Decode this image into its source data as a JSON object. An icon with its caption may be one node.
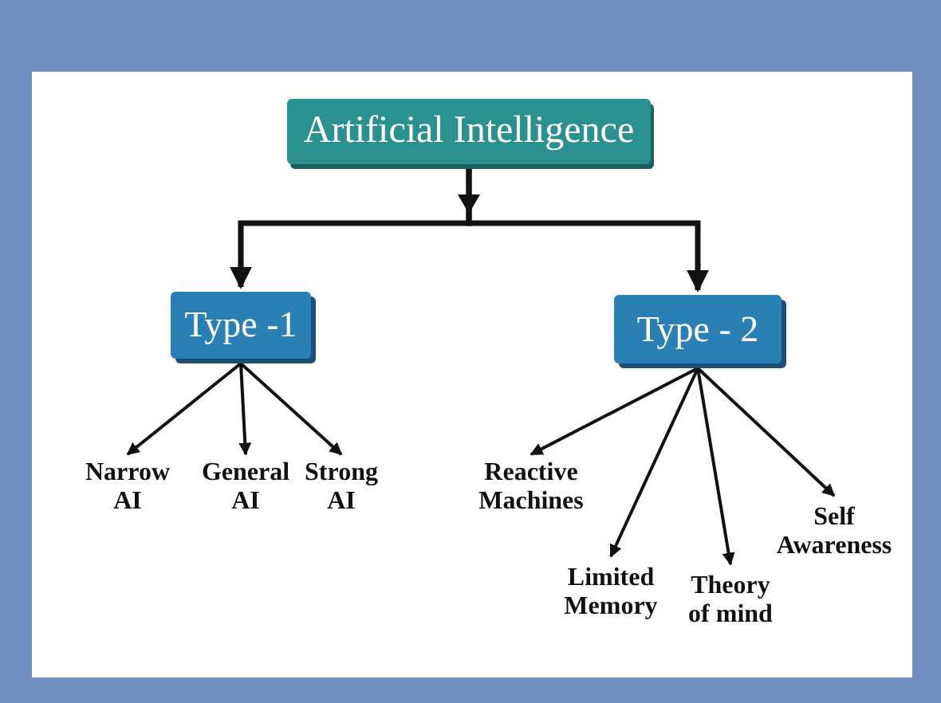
{
  "diagram": {
    "nodes": [
      {
        "text": [
          "Artificial Intelligence"
        ]
      },
      {
        "text": [
          "Type -1"
        ]
      },
      {
        "text": [
          "Type - 2"
        ]
      },
      {
        "text": [
          "Narrow AI"
        ]
      },
      {
        "text": [
          "General AI"
        ]
      },
      {
        "text": [
          "Strong AI"
        ]
      },
      {
        "text": [
          "Reactive Machines"
        ]
      },
      {
        "text": [
          "Limited Memory"
        ]
      },
      {
        "text": [
          "Theory of mind"
        ]
      },
      {
        "text": [
          "Self Awareness"
        ]
      }
    ],
    "edges": [
      {
        "from": 0,
        "to": 1,
        "arrow": "to"
      },
      {
        "from": 0,
        "to": 2,
        "arrow": "to"
      },
      {
        "from": 1,
        "to": 3,
        "arrow": "to"
      },
      {
        "from": 1,
        "to": 4,
        "arrow": "to"
      },
      {
        "from": 1,
        "to": 5,
        "arrow": "to"
      },
      {
        "from": 2,
        "to": 6,
        "arrow": "to"
      },
      {
        "from": 2,
        "to": 7,
        "arrow": "to"
      },
      {
        "from": 2,
        "to": 8,
        "arrow": "to"
      },
      {
        "from": 2,
        "to": 9,
        "arrow": "to"
      }
    ]
  }
}
